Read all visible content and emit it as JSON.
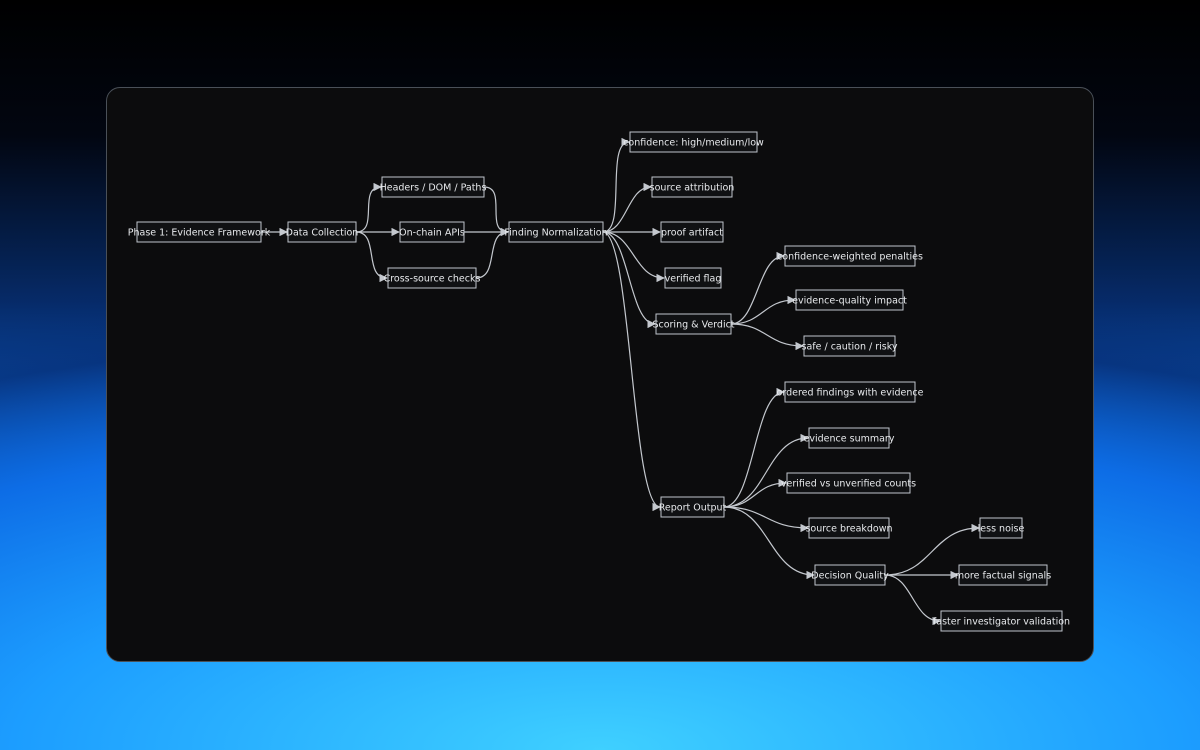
{
  "diagram": {
    "nodes": [
      {
        "id": "phase1",
        "label": "Phase 1: Evidence Framework"
      },
      {
        "id": "collect",
        "label": "Data Collection"
      },
      {
        "id": "headers",
        "label": "Headers / DOM / Paths"
      },
      {
        "id": "onchain",
        "label": "On-chain APIs"
      },
      {
        "id": "cross",
        "label": "Cross-source checks"
      },
      {
        "id": "norm",
        "label": "Finding Normalization"
      },
      {
        "id": "conf",
        "label": "confidence: high/medium/low"
      },
      {
        "id": "srcattr",
        "label": "source attribution"
      },
      {
        "id": "proof",
        "label": "proof artifact"
      },
      {
        "id": "verflag",
        "label": "verified flag"
      },
      {
        "id": "score",
        "label": "Scoring & Verdict"
      },
      {
        "id": "penal",
        "label": "confidence-weighted penalties"
      },
      {
        "id": "evimpact",
        "label": "evidence-quality impact"
      },
      {
        "id": "safe",
        "label": "safe / caution / risky"
      },
      {
        "id": "report",
        "label": "Report Output"
      },
      {
        "id": "ordered",
        "label": "ordered findings with evidence"
      },
      {
        "id": "evsum",
        "label": "evidence summary"
      },
      {
        "id": "vcounts",
        "label": "verified vs unverified counts"
      },
      {
        "id": "srcbreak",
        "label": "source breakdown"
      },
      {
        "id": "decision",
        "label": "Decision Quality"
      },
      {
        "id": "noise",
        "label": "less noise"
      },
      {
        "id": "factual",
        "label": "more factual signals"
      },
      {
        "id": "faster",
        "label": "faster investigator validation"
      }
    ],
    "edges": [
      [
        "phase1",
        "collect"
      ],
      [
        "collect",
        "headers"
      ],
      [
        "collect",
        "onchain"
      ],
      [
        "collect",
        "cross"
      ],
      [
        "headers",
        "norm"
      ],
      [
        "onchain",
        "norm"
      ],
      [
        "cross",
        "norm"
      ],
      [
        "norm",
        "conf"
      ],
      [
        "norm",
        "srcattr"
      ],
      [
        "norm",
        "proof"
      ],
      [
        "norm",
        "verflag"
      ],
      [
        "norm",
        "score"
      ],
      [
        "norm",
        "report"
      ],
      [
        "score",
        "penal"
      ],
      [
        "score",
        "evimpact"
      ],
      [
        "score",
        "safe"
      ],
      [
        "report",
        "ordered"
      ],
      [
        "report",
        "evsum"
      ],
      [
        "report",
        "vcounts"
      ],
      [
        "report",
        "srcbreak"
      ],
      [
        "report",
        "decision"
      ],
      [
        "decision",
        "noise"
      ],
      [
        "decision",
        "factual"
      ],
      [
        "decision",
        "faster"
      ]
    ]
  }
}
